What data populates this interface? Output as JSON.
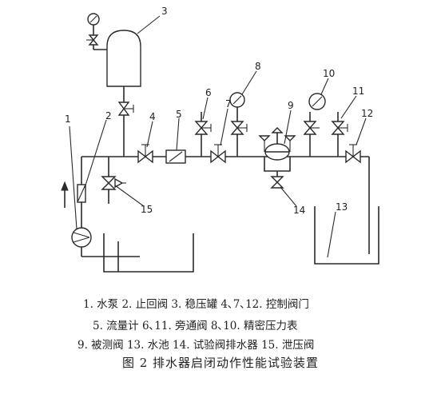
{
  "numbers": [
    "1",
    "2",
    "3",
    "4",
    "5",
    "6",
    "7",
    "8",
    "9",
    "10",
    "11",
    "12",
    "13",
    "14",
    "15"
  ],
  "legend": {
    "row1": "1. 水泵   2. 止回阀   3. 稳压罐   4､7､12. 控制阀门",
    "row2": "5. 流量计   6､11. 旁通阀   8､10. 精密压力表",
    "row3": "9. 被测阀   13. 水池   14. 试验阀排水器   15. 泄压阀"
  },
  "caption": "图 2    排水器启闭动作性能试验装置"
}
